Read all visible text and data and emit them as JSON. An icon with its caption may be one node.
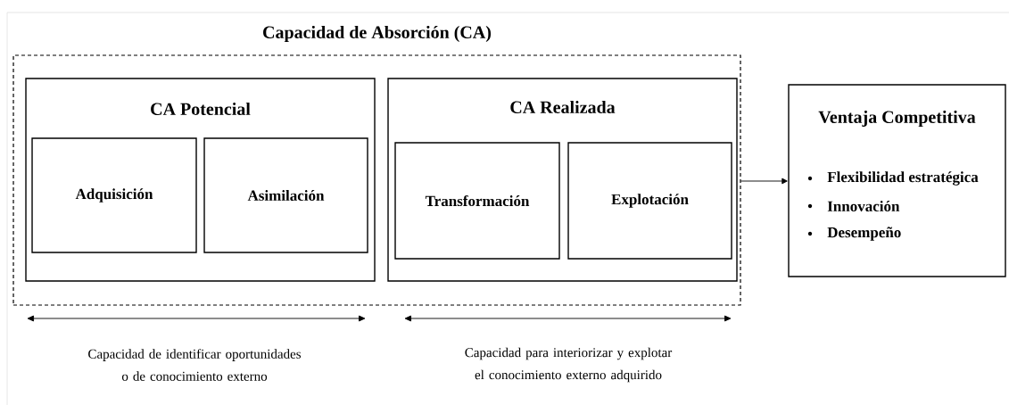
{
  "diagram": {
    "nodes": [
      {
        "text": [
          "Capacidad de Absorción (CA)"
        ]
      },
      {
        "text": [
          "CA Potencial"
        ],
        "in": 0
      },
      {
        "text": [
          "Adquisición"
        ],
        "in": 1
      },
      {
        "text": [
          "Asimilación"
        ],
        "in": 1
      },
      {
        "text": [
          "CA Realizada"
        ],
        "in": 0
      },
      {
        "text": [
          "Transformación"
        ],
        "in": 4
      },
      {
        "text": [
          "Explotación"
        ],
        "in": 4
      },
      {
        "text": [
          "Ventaja Competitiva",
          "Flexibilidad estratégica",
          "Innovación",
          "Desempeño"
        ]
      }
    ],
    "edges": [
      {
        "from": 0,
        "to": 7,
        "arrow": "to"
      }
    ],
    "labels": [
      "Capacidad de identificar oportunidades o de conocimiento externo",
      "Capacidad para interiorizar y explotar el conocimiento externo adquirido"
    ]
  }
}
